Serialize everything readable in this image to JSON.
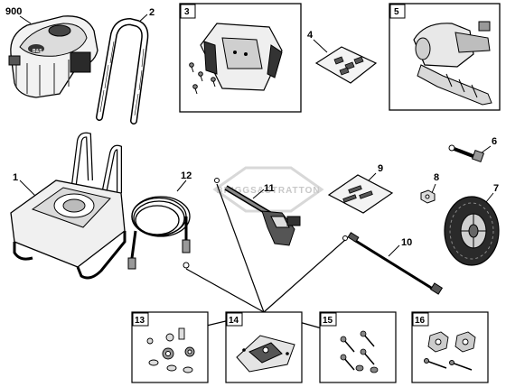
{
  "diagram": {
    "watermark": "BRIGGS&STRATTON",
    "parts": [
      {
        "id": "900",
        "label": "900",
        "name": "engine"
      },
      {
        "id": "2",
        "label": "2",
        "name": "handle"
      },
      {
        "id": "3",
        "label": "3",
        "name": "control-panel-kit",
        "boxed": true
      },
      {
        "id": "4",
        "label": "4",
        "name": "hardware-bag"
      },
      {
        "id": "5",
        "label": "5",
        "name": "pump",
        "boxed": true
      },
      {
        "id": "1",
        "label": "1",
        "name": "frame"
      },
      {
        "id": "12",
        "label": "12",
        "name": "high-pressure-hose"
      },
      {
        "id": "11",
        "label": "11",
        "name": "spray-gun"
      },
      {
        "id": "9",
        "label": "9",
        "name": "nozzle-kit"
      },
      {
        "id": "6",
        "label": "6",
        "name": "axle-bolt"
      },
      {
        "id": "8",
        "label": "8",
        "name": "nut"
      },
      {
        "id": "7",
        "label": "7",
        "name": "wheel"
      },
      {
        "id": "10",
        "label": "10",
        "name": "spray-wand"
      },
      {
        "id": "13",
        "label": "13",
        "name": "o-ring-kit",
        "boxed": true
      },
      {
        "id": "14",
        "label": "14",
        "name": "gun-holder-kit",
        "boxed": true
      },
      {
        "id": "15",
        "label": "15",
        "name": "bolt-kit",
        "boxed": true
      },
      {
        "id": "16",
        "label": "16",
        "name": "handle-knob-kit",
        "boxed": true
      }
    ]
  }
}
